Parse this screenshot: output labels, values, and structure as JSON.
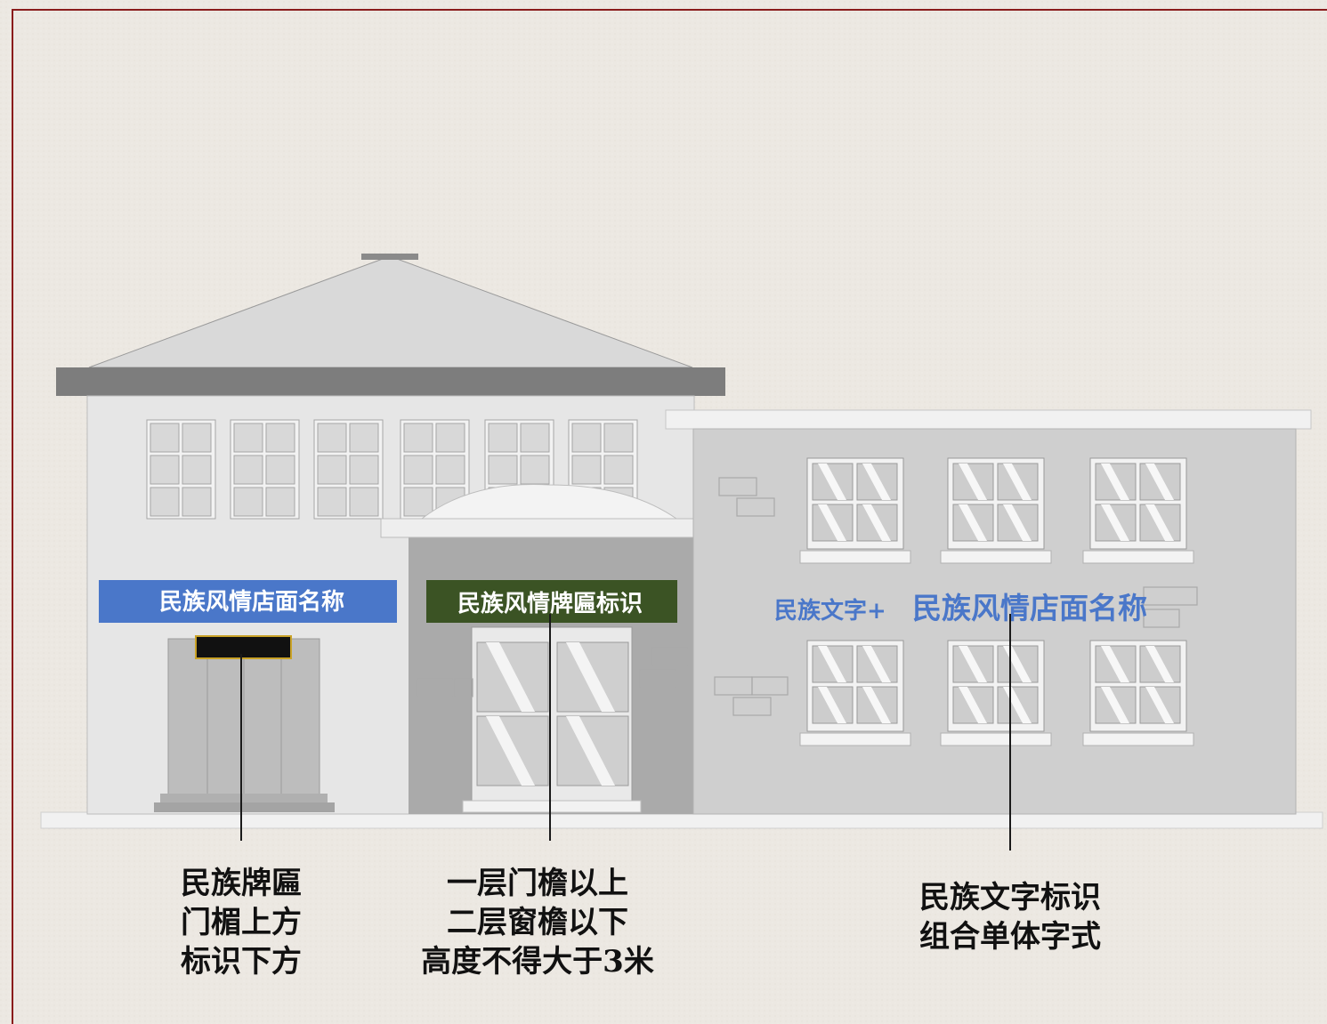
{
  "signs": {
    "left_sign": "民族风情店面名称",
    "middle_sign": "民族风情牌匾标识",
    "right_sign_prefix": "民族文字+",
    "right_sign_main": "民族风情店面名称"
  },
  "annotations": {
    "left": [
      "民族牌匾",
      "门楣上方",
      "标识下方"
    ],
    "middle": [
      "一层门檐以上",
      "二层窗檐以下",
      "高度不得大于3米"
    ],
    "right": [
      "民族文字标识",
      "组合单体字式"
    ]
  },
  "colors": {
    "frame": "#8a1c1c",
    "left_sign_bg": "#4a77c9",
    "middle_sign_bg": "#3b5324",
    "right_sign_text": "#4a77c9",
    "leader_line": "#1a1a1a"
  }
}
